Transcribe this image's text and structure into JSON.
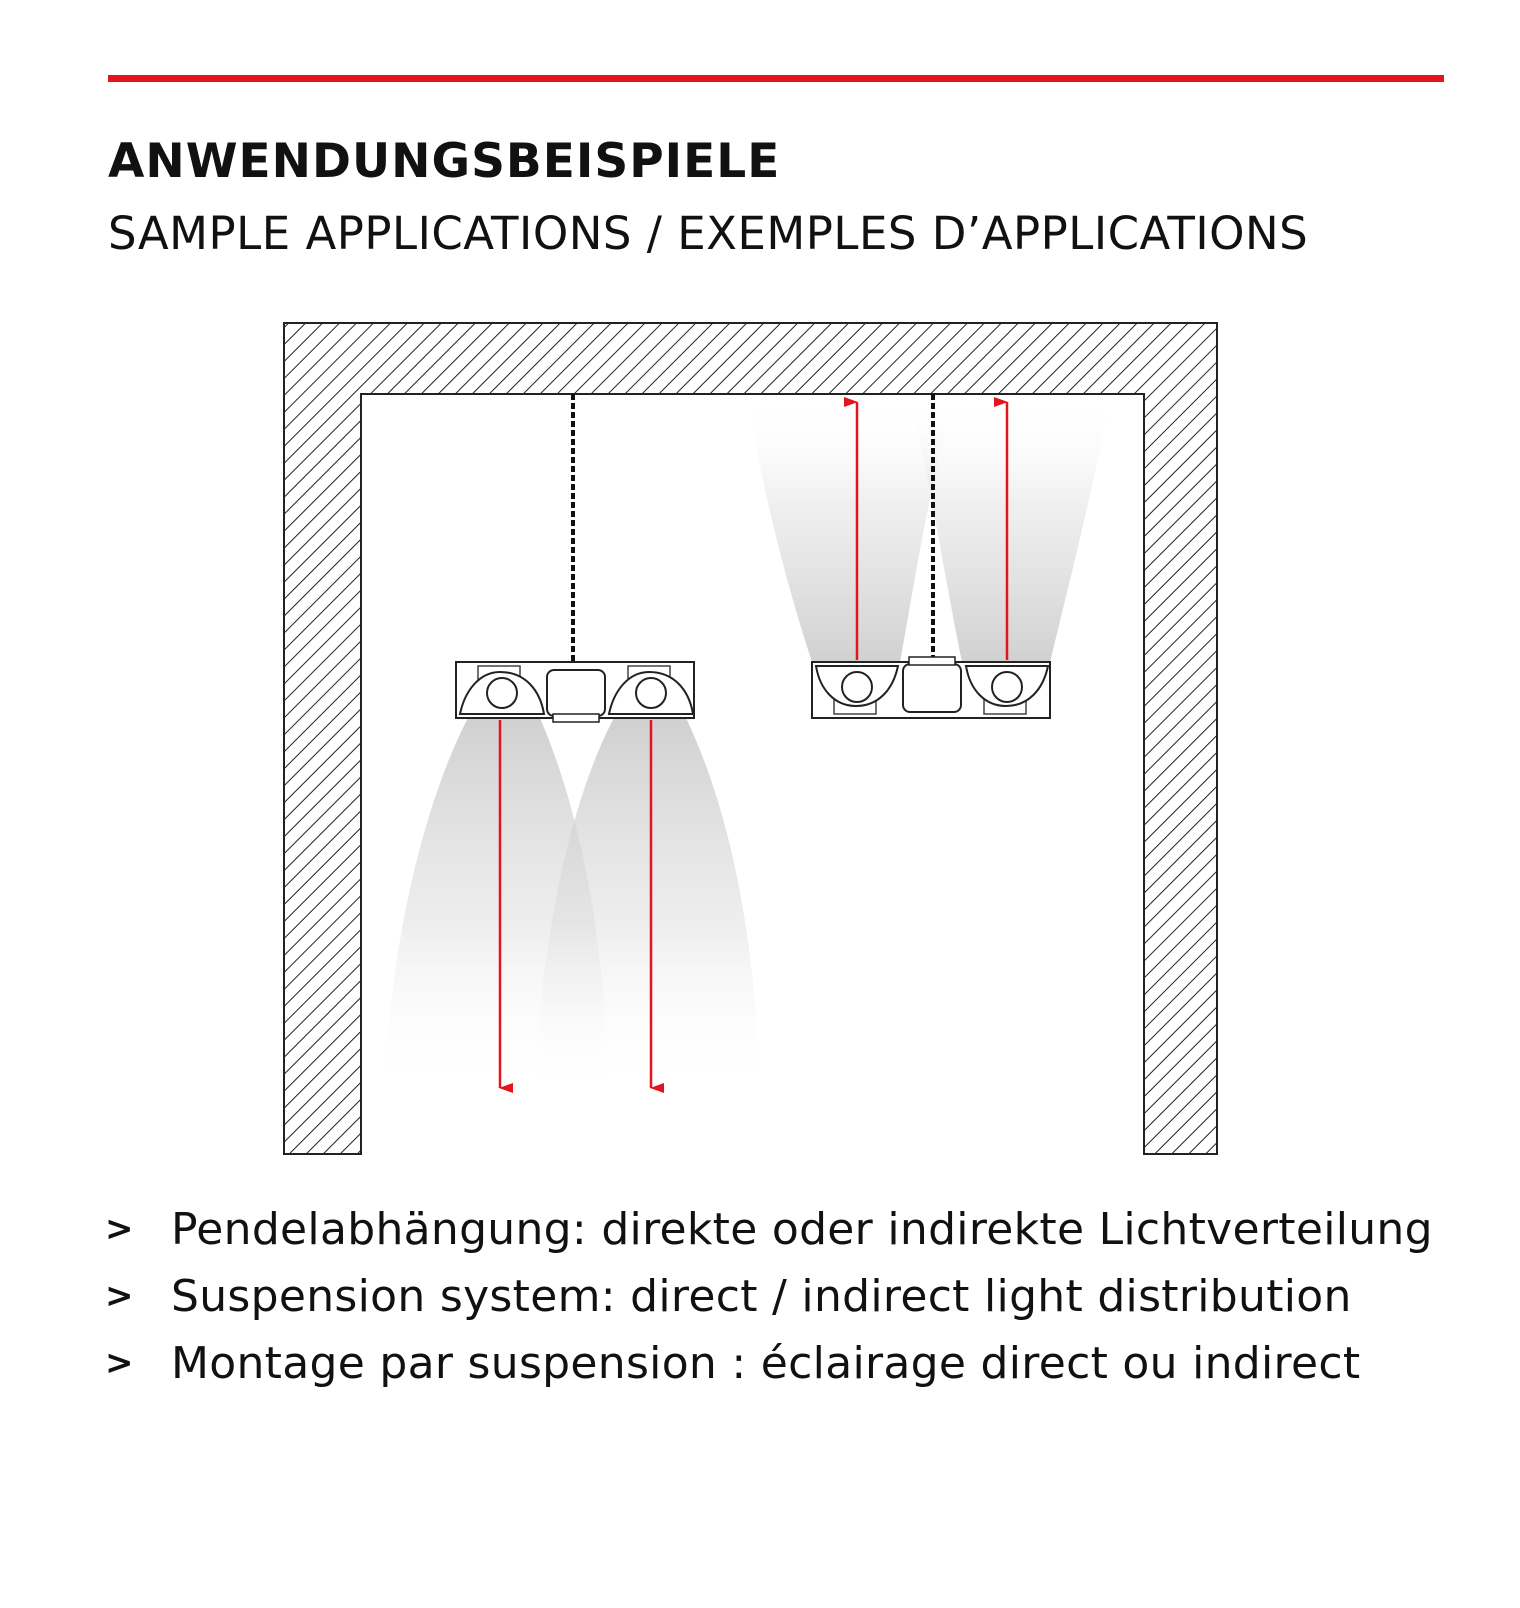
{
  "header": {
    "title": "ANWENDUNGSBEISPIELE",
    "subtitle": "SAMPLE APPLICATIONS / EXEMPLES D’APPLICATIONS",
    "accent_color": "#e3141c"
  },
  "diagram": {
    "arrow_color": "#e3141c",
    "left_fixture": {
      "direction": "down"
    },
    "right_fixture": {
      "direction": "up"
    }
  },
  "bullets": {
    "marker": ">",
    "items": [
      {
        "text": "Pendelabhängung: direkte oder indirekte Lichtverteilung"
      },
      {
        "text": "Suspension system: direct / indirect light distribution"
      },
      {
        "text": "Montage par suspension : éclairage direct ou indirect"
      }
    ]
  }
}
